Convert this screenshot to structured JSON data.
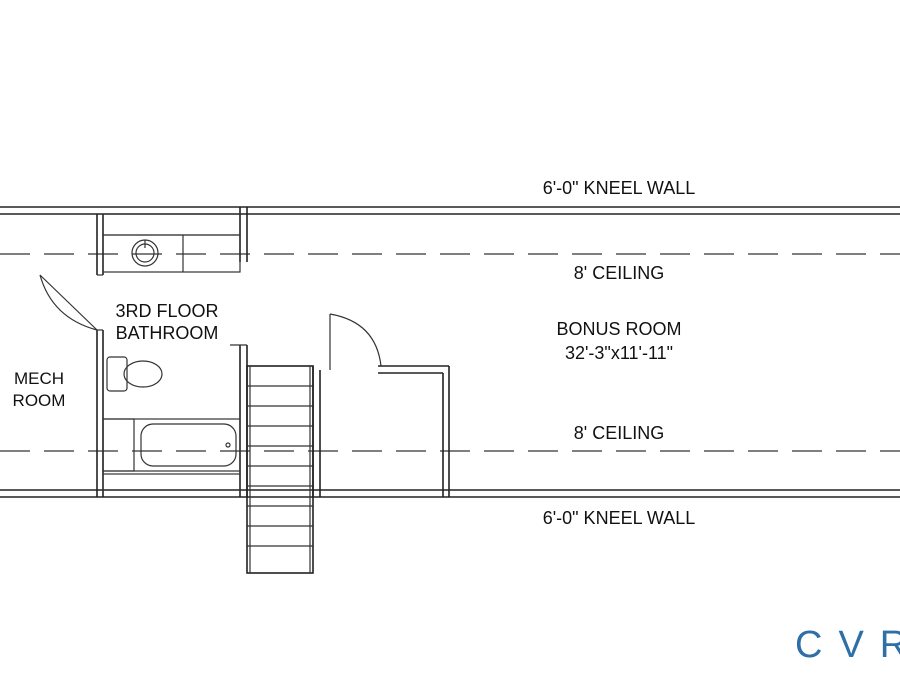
{
  "labels": {
    "kneel_wall_top": "6'-0\" KNEEL WALL",
    "kneel_wall_bottom": "6'-0\" KNEEL WALL",
    "ceiling_top": "8' CEILING",
    "ceiling_bottom": "8' CEILING",
    "bathroom_line1": "3RD FLOOR",
    "bathroom_line2": "BATHROOM",
    "mech_line1": "MECH",
    "mech_line2": "ROOM",
    "bonus_name": "BONUS ROOM",
    "bonus_dims": "32'-3\"x11'-11\""
  },
  "logo": {
    "text": "CVR",
    "color": "#2f6fa8"
  },
  "colors": {
    "line": "#222222",
    "background": "#ffffff"
  }
}
